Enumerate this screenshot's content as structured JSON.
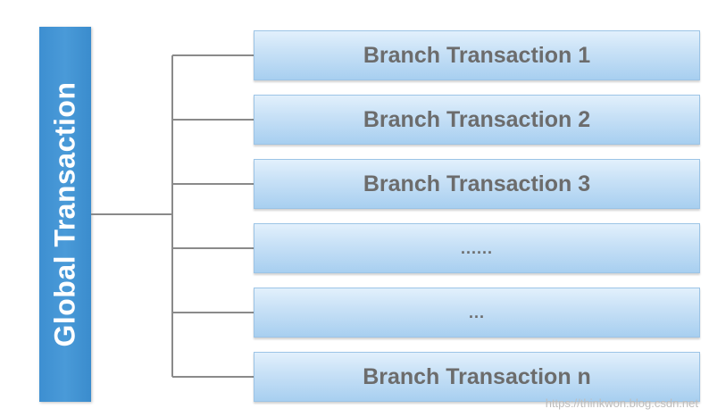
{
  "global": {
    "label": "Global Transaction"
  },
  "branches": [
    {
      "label": "Branch Transaction 1"
    },
    {
      "label": "Branch Transaction 2"
    },
    {
      "label": "Branch Transaction 3"
    },
    {
      "label": "......"
    },
    {
      "label": "..."
    },
    {
      "label": "Branch Transaction n"
    }
  ],
  "watermark": "https://thinkwon.blog.csdn.net",
  "colors": {
    "global_fill": "#4a9ad8",
    "branch_fill": "#c6e0f6",
    "branch_text": "#6c6c6c",
    "connector": "#8a8a8a"
  }
}
